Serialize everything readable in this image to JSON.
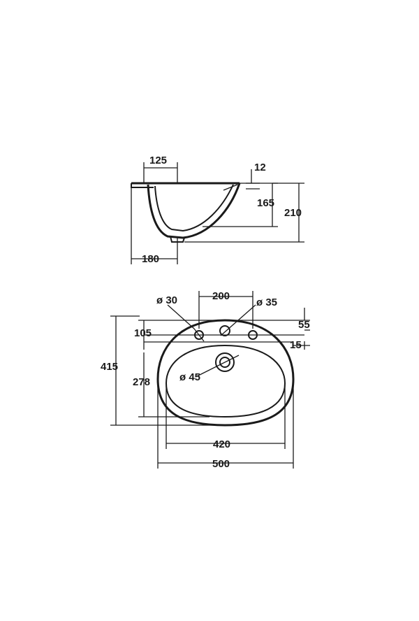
{
  "side_view": {
    "dim_top_width": "125",
    "dim_rim": "12",
    "dim_bowl_depth": "165",
    "dim_total_height": "210",
    "dim_bottom_width": "180"
  },
  "top_view": {
    "dim_hole_left": "ø 30",
    "dim_hole_spacing": "200",
    "dim_hole_right": "ø 35",
    "dim_hole_offset": "105",
    "dim_edge_top": "55",
    "dim_edge_side": "15",
    "dim_depth_total": "415",
    "dim_inner_depth": "278",
    "dim_drain": "ø 45",
    "dim_inner_width": "420",
    "dim_outer_width": "500"
  }
}
